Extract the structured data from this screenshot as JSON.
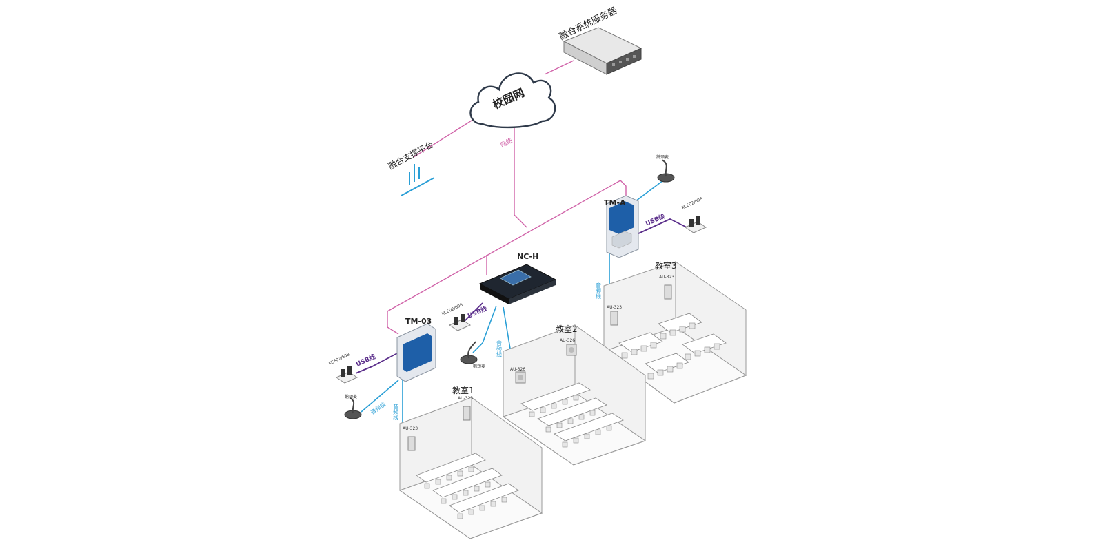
{
  "nodes": {
    "server": "融合系统服务器",
    "cloud": "校园网",
    "platform": "融合支撑平台",
    "nch": "NC-H",
    "tma": "TM-A",
    "tm03": "TM-03"
  },
  "links": {
    "network": "网络",
    "usb": "USB线",
    "audio": "音频线"
  },
  "devices": {
    "kc": "KC602/608",
    "mic": "鹅颈麦",
    "au323": "AU-323",
    "au326": "AU-326"
  },
  "rooms": {
    "room1": "教室1",
    "room2": "教室2",
    "room3": "教室3"
  },
  "colors": {
    "network_line": "#d062a8",
    "audio_line": "#2a9fd6",
    "usb_line": "#5a2d8a"
  }
}
